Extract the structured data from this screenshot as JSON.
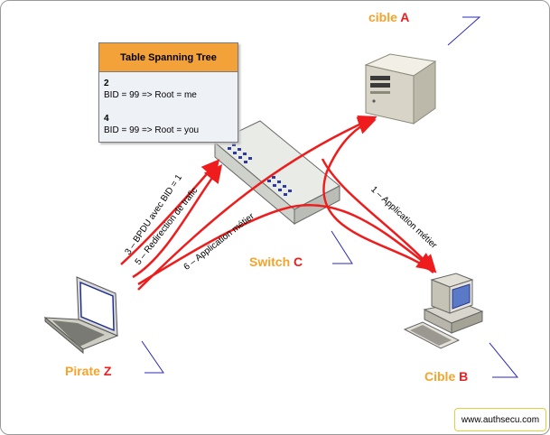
{
  "stp_table": {
    "title": "Table Spanning Tree",
    "entry1_num": "2",
    "entry1_text": "BID = 99 => Root = me",
    "entry2_num": "4",
    "entry2_text": "BID = 99 => Root = you"
  },
  "nodes": {
    "target_a_word": "cible",
    "target_a_letter": "A",
    "switch_word": "Switch",
    "switch_letter": "C",
    "pirate_word": "Pirate",
    "pirate_letter": "Z",
    "target_b_word": "Cible",
    "target_b_letter": "B"
  },
  "arrows": {
    "a1": "1 – Application métier",
    "a3": "3 – BPDU avec BID = 1",
    "a5": "5 – Redirection de trafic",
    "a6": "6 – Application métier"
  },
  "credit": "www.authsecu.com",
  "colors": {
    "arrow": "#ee1c1c",
    "title_bar": "#f2a238",
    "label_orange": "#f5a32a",
    "label_red": "#ee1c1c",
    "accent_line": "#2a2ab8"
  }
}
